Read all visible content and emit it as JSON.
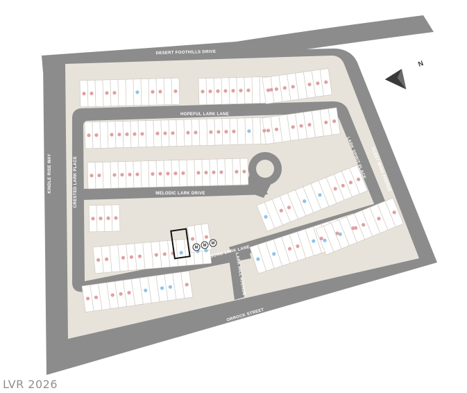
{
  "map": {
    "streets": {
      "top": "DESERT FOOTHILLS DRIVE",
      "upper": "HOPEFUL LARK LANE",
      "middle": "MELODIC LARK DRIVE",
      "lower": "SONG LARK LANE",
      "bottom": "ORROCK STREET",
      "left_outer": "KINDLE RISE WAY",
      "left_inner": "CRESTED LARK PLACE",
      "right_inner": "LARK SPIRIT PLACE",
      "right_outer": "FLEET WING AVENUE",
      "short": "LARK HILL AVENUE"
    },
    "legend": {
      "model_marker": "M"
    },
    "compass_letter": "N",
    "colors": {
      "road": "#8c8c8c",
      "ground": "#e7e3da",
      "lot": "#ffffff",
      "sold_dot": "#e0a0a0",
      "available_dot": "#8fc3e8",
      "selected_outline": "#111111"
    }
  },
  "watermark": "LVR 2026"
}
